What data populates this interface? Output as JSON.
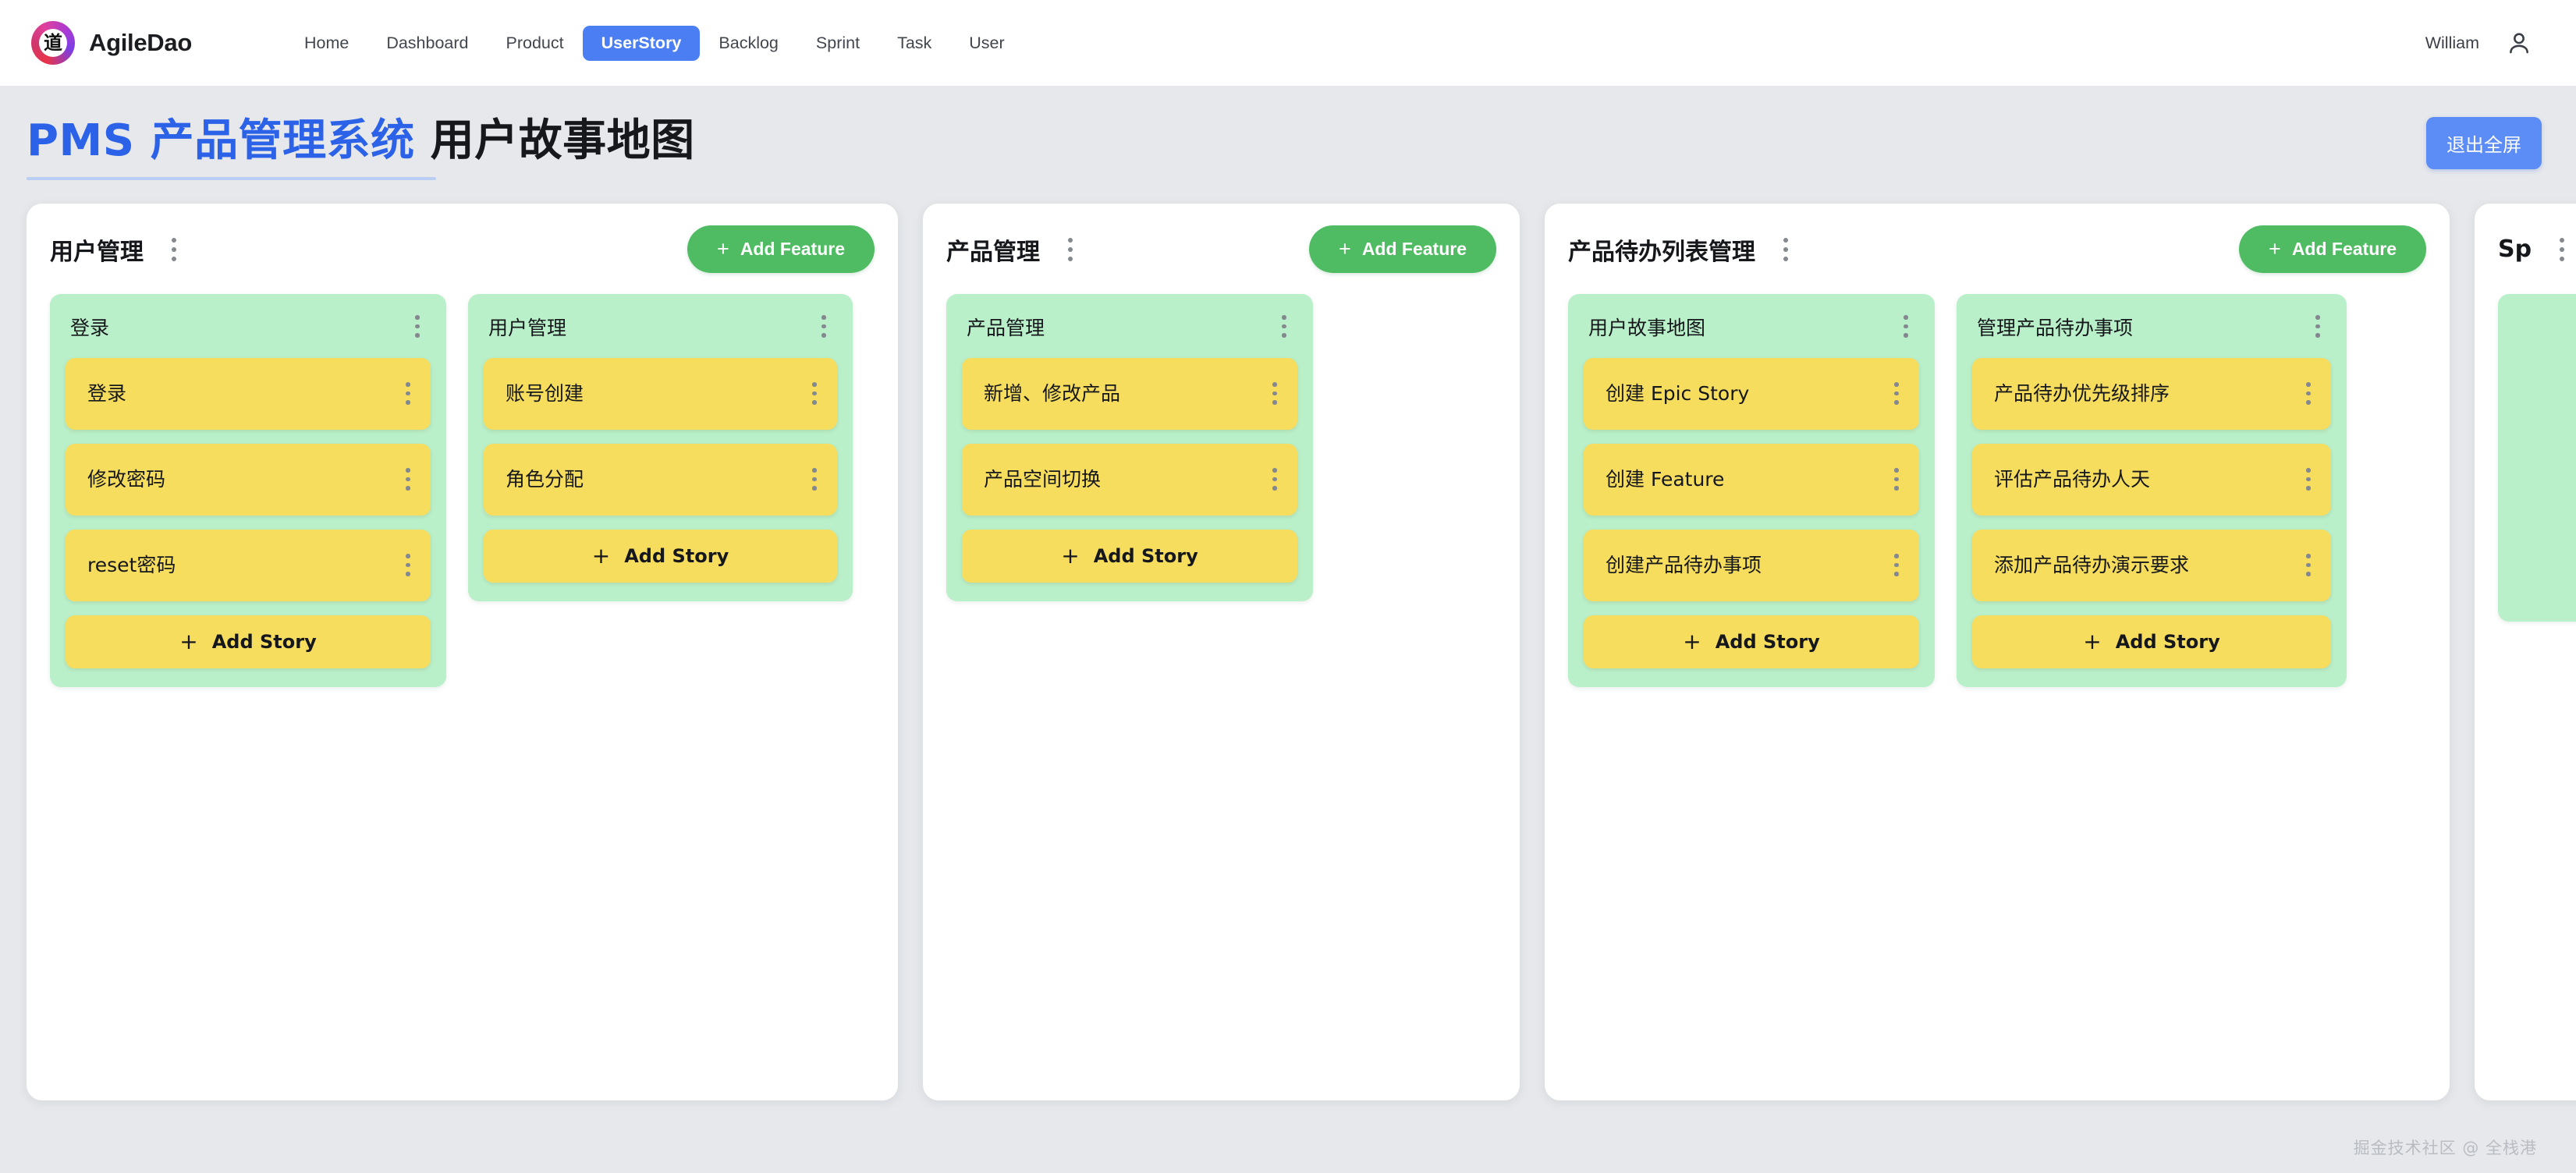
{
  "header": {
    "brand": "AgileDao",
    "logo_glyph": "道",
    "nav": [
      {
        "label": "Home",
        "active": false
      },
      {
        "label": "Dashboard",
        "active": false
      },
      {
        "label": "Product",
        "active": false
      },
      {
        "label": "UserStory",
        "active": true
      },
      {
        "label": "Backlog",
        "active": false
      },
      {
        "label": "Sprint",
        "active": false
      },
      {
        "label": "Task",
        "active": false
      },
      {
        "label": "User",
        "active": false
      }
    ],
    "user_name": "William"
  },
  "page": {
    "title_blue": "PMS 产品管理系统",
    "title_dark": "用户故事地图",
    "exit_fullscreen": "退出全屏"
  },
  "labels": {
    "add_feature": "Add Feature",
    "add_story": "Add Story",
    "plus": "+"
  },
  "board": {
    "epics": [
      {
        "title": "用户管理",
        "features": [
          {
            "title": "登录",
            "stories": [
              {
                "title": "登录"
              },
              {
                "title": "修改密码"
              },
              {
                "title": "reset密码"
              }
            ]
          },
          {
            "title": "用户管理",
            "stories": [
              {
                "title": "账号创建"
              },
              {
                "title": "角色分配"
              }
            ]
          }
        ]
      },
      {
        "title": "产品管理",
        "features": [
          {
            "title": "产品管理",
            "stories": [
              {
                "title": "新增、修改产品"
              },
              {
                "title": "产品空间切换"
              }
            ]
          }
        ]
      },
      {
        "title": "产品待办列表管理",
        "features": [
          {
            "title": "用户故事地图",
            "stories": [
              {
                "title": "创建 Epic Story"
              },
              {
                "title": "创建 Feature"
              },
              {
                "title": "创建产品待办事项"
              }
            ]
          },
          {
            "title": "管理产品待办事项",
            "stories": [
              {
                "title": "产品待办优先级排序"
              },
              {
                "title": "评估产品待办人天"
              },
              {
                "title": "添加产品待办演示要求"
              }
            ]
          }
        ]
      },
      {
        "title": "Sp",
        "features": [
          {
            "title": "",
            "stories": []
          }
        ]
      }
    ]
  },
  "watermark": "掘金技术社区 @ 全栈港",
  "colors": {
    "accent_blue": "#4c7ef3",
    "feature_green": "#b9efc9",
    "story_yellow": "#f7dd5e",
    "add_feature_green": "#4fbb63",
    "page_bg": "#e6e8eb"
  }
}
